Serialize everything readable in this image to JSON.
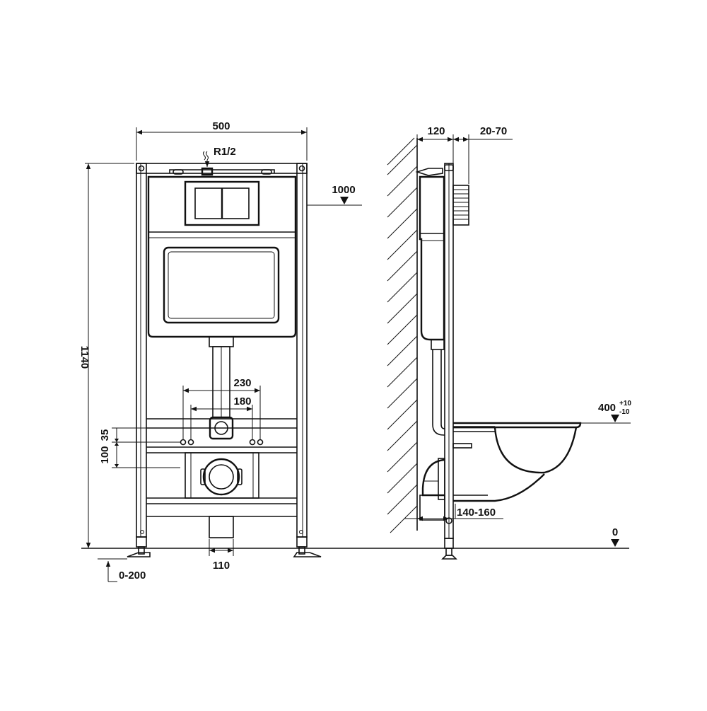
{
  "front_view": {
    "width_label": "500",
    "height_label": "1140",
    "inlet_label": "R1/2",
    "level_label": "1000",
    "spacing_outer_label": "230",
    "spacing_inner_label": "180",
    "offset_small_label": "35",
    "offset_large_label": "100",
    "drain_label": "110",
    "leg_adjust_label": "0-200"
  },
  "side_view": {
    "depth_label": "120",
    "button_depth_label": "20-70",
    "bowl_height_label": "400",
    "bowl_tol_plus": "+10",
    "bowl_tol_minus": "-10",
    "outlet_label": "140-160",
    "floor_label": "0"
  }
}
